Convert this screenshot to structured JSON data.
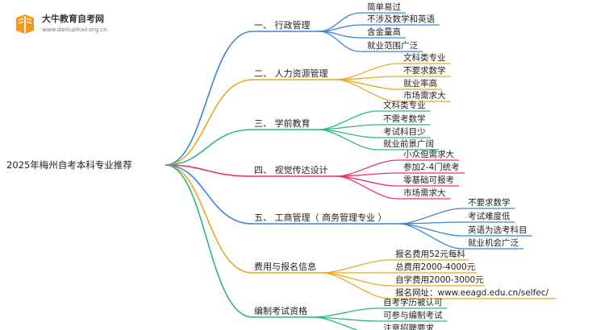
{
  "logo": {
    "icon": "book-logo-icon",
    "name": "大牛教育自考网",
    "url": "www.daniuzikao.org.cn"
  },
  "root": {
    "label": "2025年梅州自考本科专业推荐"
  },
  "branches": [
    {
      "label": "一、 行政管理",
      "color": "#3a86d8",
      "leaves": [
        "简单易过",
        "不涉及数学和英语",
        "含金量高",
        "就业范围广泛"
      ]
    },
    {
      "label": "二、 人力资源管理",
      "color": "#e9a825",
      "leaves": [
        "文科类专业",
        "不要求数学",
        "就业率高",
        "市场需求大"
      ]
    },
    {
      "label": "三、 学前教育",
      "color": "#2db87a",
      "leaves": [
        "文科类专业",
        "不需考数学",
        "考试科目少",
        "就业前景广阔"
      ]
    },
    {
      "label": "四、 视觉传达设计",
      "color": "#e8326f",
      "leaves": [
        "小众但需求大",
        "参加2-4门统考",
        "零基础可报考",
        "市场需求大"
      ]
    },
    {
      "label": "五、 工商管理（ 商务管理专业 ）",
      "color": "#3a86d8",
      "leaves": [
        "不要求数学",
        "考试难度低",
        "英语为选考科目",
        "就业机会广泛"
      ]
    },
    {
      "label": "费用与报名信息",
      "color": "#e9a825",
      "leaves": [
        "报名费用52元每科",
        "总费用2000-4000元",
        "自学费用2000-3000元",
        "报名网址：www.eeagd.edu.cn/selfec/"
      ]
    },
    {
      "label": "编制考试资格",
      "color": "#2db87a",
      "leaves": [
        "自考学历被认可",
        "可参与编制考试",
        "注意招聘要求"
      ]
    }
  ]
}
